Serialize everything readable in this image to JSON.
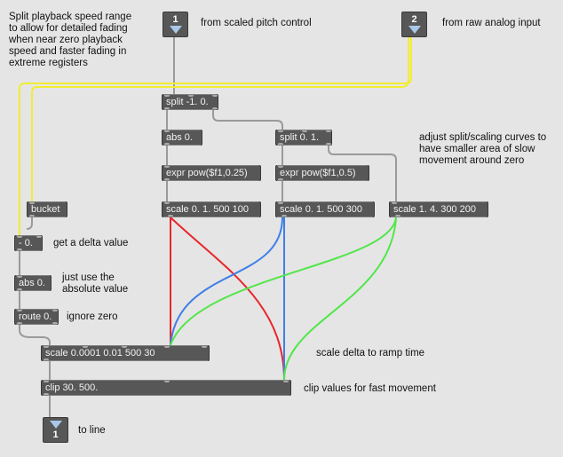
{
  "patch": {
    "background": "#e5e5e5",
    "object_color": "#575757",
    "wire_colors": {
      "default": "#9a9a9a",
      "yellow": "#f2ec33",
      "red": "#e8252a",
      "blue": "#3e7fe8",
      "green": "#52e64a"
    }
  },
  "inlets": [
    {
      "number": "1",
      "comment": "from scaled pitch control"
    },
    {
      "number": "2",
      "comment": "from raw analog input"
    }
  ],
  "outlets": [
    {
      "number": "1",
      "comment": "to line"
    }
  ],
  "objects": {
    "split_main": "split -1. 0.",
    "abs_top": "abs 0.",
    "split_pos": "split 0. 1.",
    "expr_quarter": "expr pow($f1,0.25)",
    "expr_half": "expr pow($f1,0.5)",
    "scale_a": "scale 0. 1. 500 100",
    "scale_b": "scale 0. 1. 500 300",
    "scale_c": "scale 1. 4. 300 200",
    "bucket": "bucket",
    "minus": "- 0.",
    "abs_delta": "abs 0.",
    "route": "route 0.",
    "scale_delta": "scale 0.0001 0.01 500 30",
    "clip": "clip 30. 500."
  },
  "comments": {
    "header": "Split playback speed range\nto allow for detailed fading\nwhen near zero playback\nspeed and faster fading in\nextreme registers",
    "adjust": "adjust split/scaling curves to\nhave smaller area of slow\nmovement around zero",
    "delta": "get a delta value",
    "absolute": "just use the\nabsolute value",
    "ignore_zero": "ignore zero",
    "scale_delta": "scale delta to ramp time",
    "clip": "clip values for fast movement"
  }
}
